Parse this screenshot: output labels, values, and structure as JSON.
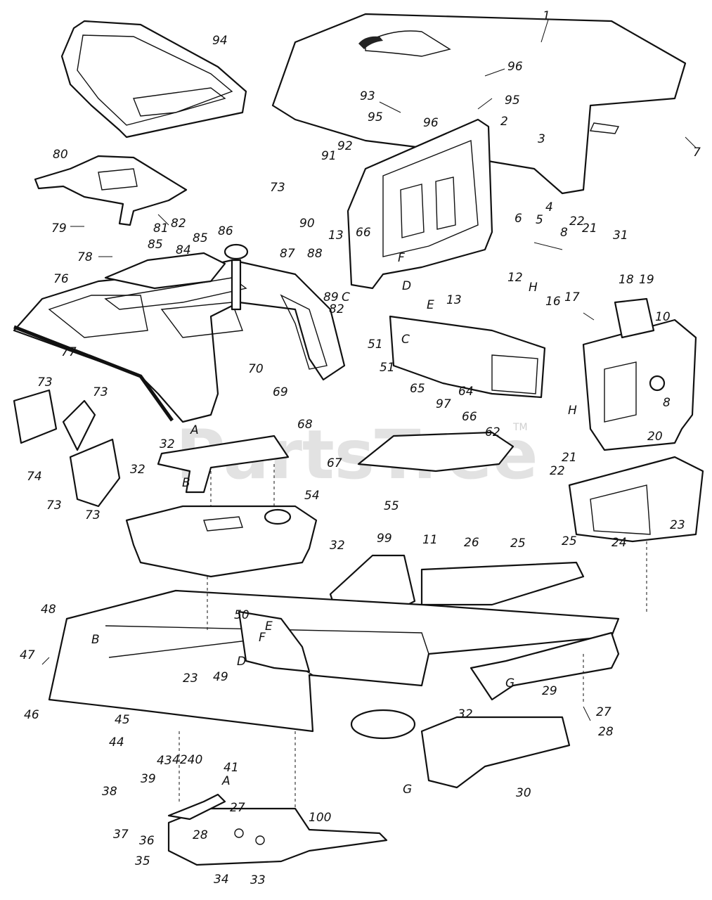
{
  "watermark": {
    "text": "PartsTree",
    "tm": "TM"
  },
  "callouts": [
    "1",
    "96",
    "95",
    "93",
    "95",
    "96",
    "2",
    "3",
    "7",
    "94",
    "80",
    "92",
    "91",
    "82",
    "81",
    "79",
    "73",
    "90",
    "66",
    "6",
    "5",
    "4",
    "8",
    "22",
    "21",
    "31",
    "13",
    "78",
    "85",
    "84",
    "85",
    "86",
    "87",
    "88",
    "89",
    "C",
    "F",
    "D",
    "12",
    "H",
    "82",
    "76",
    "E",
    "13",
    "17",
    "18",
    "19",
    "16",
    "10",
    "C",
    "51",
    "51",
    "65",
    "64",
    "77",
    "70",
    "69",
    "97",
    "66",
    "8",
    "H",
    "20",
    "73",
    "73",
    "74",
    "73",
    "73",
    "A",
    "32",
    "68",
    "67",
    "62",
    "B",
    "32",
    "55",
    "21",
    "22",
    "54",
    "23",
    "24",
    "32",
    "99",
    "11",
    "26",
    "25",
    "25",
    "48",
    "50",
    "E",
    "F",
    "B",
    "47",
    "D",
    "49",
    "46",
    "23",
    "29",
    "G",
    "27",
    "32",
    "28",
    "45",
    "44",
    "43",
    "4240",
    "41",
    "A",
    "39",
    "38",
    "27",
    "30",
    "G",
    "37",
    "28",
    "100",
    "36",
    "35",
    "34",
    "33"
  ]
}
